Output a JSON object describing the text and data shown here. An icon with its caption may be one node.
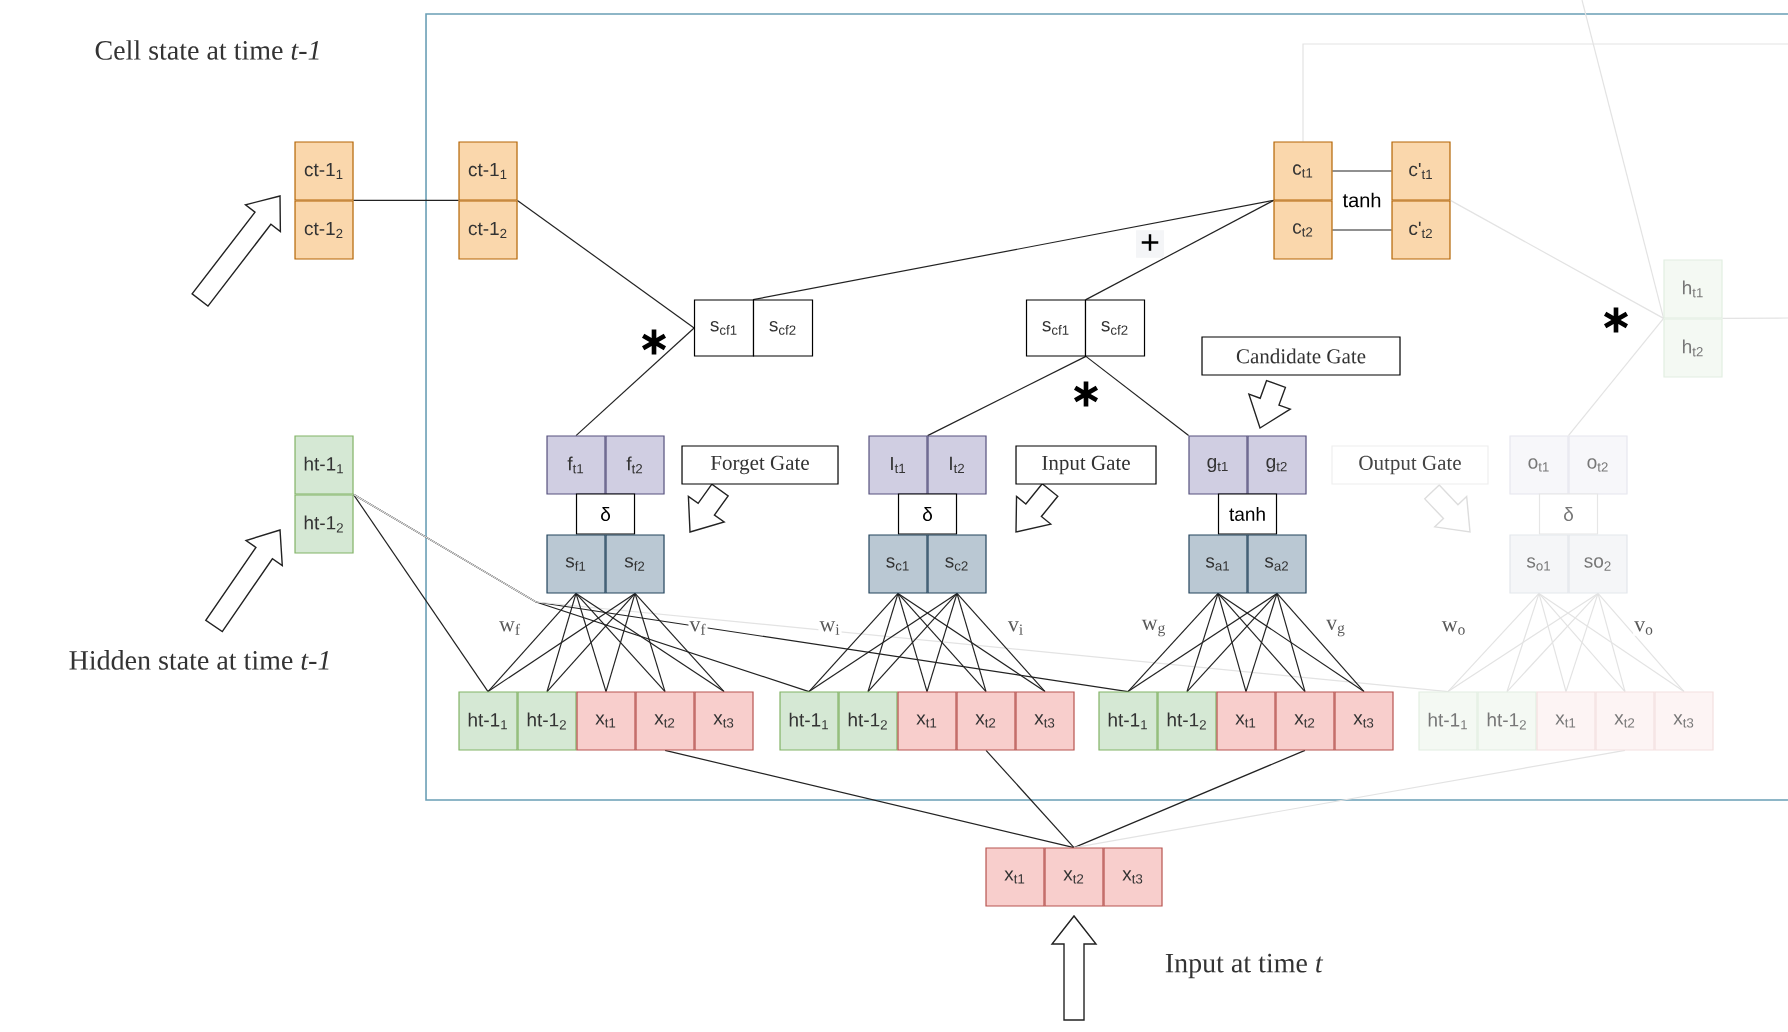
{
  "diagram": {
    "nodes": [
      {
        "text": [
          "Cell state at time *t-1*"
        ]
      },
      {
        "text": [
          "ct-1$_{1}$"
        ]
      },
      {
        "text": [
          "ct-1$_{2}$"
        ]
      },
      {
        "text": [
          "ct-1$_{1}$"
        ]
      },
      {
        "text": [
          "ct-1$_{2}$"
        ]
      },
      {
        "text": [
          "c$_{t1}$"
        ]
      },
      {
        "text": [
          "c$_{t2}$"
        ]
      },
      {
        "text": [
          "c'$_{t1}$"
        ]
      },
      {
        "text": [
          "c'$_{t2}$"
        ]
      },
      {
        "text": [
          "s$_{cf1}$"
        ]
      },
      {
        "text": [
          "s$_{cf2}$"
        ]
      },
      {
        "text": [
          "s$_{cf1}$"
        ]
      },
      {
        "text": [
          "s$_{cf2}$"
        ]
      },
      {
        "text": [
          "h$_{t1}$"
        ]
      },
      {
        "text": [
          "h$_{t2}$"
        ]
      },
      {
        "text": [
          "ht-1$_{1}$"
        ]
      },
      {
        "text": [
          "ht-1$_{2}$"
        ]
      },
      {
        "text": [
          "Hidden state at time *t-1*"
        ]
      },
      {
        "text": [
          "f$_{t1}$"
        ]
      },
      {
        "text": [
          "f$_{t2}$"
        ]
      },
      {
        "text": [
          "δ"
        ]
      },
      {
        "text": [
          "s$_{f1}$"
        ]
      },
      {
        "text": [
          "s$_{f2}$"
        ]
      },
      {
        "text": [
          "Forget Gate"
        ]
      },
      {
        "text": [
          "ht-1$_{1}$"
        ]
      },
      {
        "text": [
          "ht-1$_{2}$"
        ]
      },
      {
        "text": [
          "x$_{t1}$"
        ]
      },
      {
        "text": [
          "x$_{t2}$"
        ]
      },
      {
        "text": [
          "x$_{t3}$"
        ]
      },
      {
        "text": [
          "I$_{t1}$"
        ]
      },
      {
        "text": [
          "I$_{t2}$"
        ]
      },
      {
        "text": [
          "δ"
        ]
      },
      {
        "text": [
          "s$_{c1}$"
        ]
      },
      {
        "text": [
          "s$_{c2}$"
        ]
      },
      {
        "text": [
          "Input Gate"
        ]
      },
      {
        "text": [
          "ht-1$_{1}$"
        ]
      },
      {
        "text": [
          "ht-1$_{2}$"
        ]
      },
      {
        "text": [
          "x$_{t1}$"
        ]
      },
      {
        "text": [
          "x$_{t2}$"
        ]
      },
      {
        "text": [
          "x$_{t3}$"
        ]
      },
      {
        "text": [
          "g$_{t1}$"
        ]
      },
      {
        "text": [
          "g$_{t2}$"
        ]
      },
      {
        "text": [
          "tanh"
        ]
      },
      {
        "text": [
          "s$_{a1}$"
        ]
      },
      {
        "text": [
          "s$_{a2}$"
        ]
      },
      {
        "text": [
          "Candidate Gate"
        ]
      },
      {
        "text": [
          "ht-1$_{1}$"
        ]
      },
      {
        "text": [
          "ht-1$_{2}$"
        ]
      },
      {
        "text": [
          "x$_{t1}$"
        ]
      },
      {
        "text": [
          "x$_{t2}$"
        ]
      },
      {
        "text": [
          "x$_{t3}$"
        ]
      },
      {
        "text": [
          "o$_{t1}$"
        ]
      },
      {
        "text": [
          "o$_{t2}$"
        ]
      },
      {
        "text": [
          "δ"
        ]
      },
      {
        "text": [
          "s$_{o1}$"
        ]
      },
      {
        "text": [
          "so$_{2}$"
        ]
      },
      {
        "text": [
          "Output Gate"
        ]
      },
      {
        "text": [
          "ht-1$_{1}$"
        ]
      },
      {
        "text": [
          "ht-1$_{2}$"
        ]
      },
      {
        "text": [
          "x$_{t1}$"
        ]
      },
      {
        "text": [
          "x$_{t2}$"
        ]
      },
      {
        "text": [
          "x$_{t3}$"
        ]
      },
      {
        "text": [
          "x$_{t1}$"
        ]
      },
      {
        "text": [
          "x$_{t2}$"
        ]
      },
      {
        "text": [
          "x$_{t3}$"
        ]
      },
      {
        "text": [
          "Input at time *t*"
        ]
      }
    ],
    "edges": [
      {
        "from": null,
        "to": 1,
        "arrow": "to",
        "style": "thick"
      },
      {
        "from": 17,
        "to": 16,
        "arrow": "to",
        "style": "thick"
      },
      {
        "from": 65,
        "to": 63,
        "arrow": "to",
        "style": "thick"
      },
      {
        "from": 23,
        "to": 22,
        "arrow": "to",
        "style": "thick"
      },
      {
        "from": 34,
        "to": 33,
        "arrow": "to",
        "style": "thick"
      },
      {
        "from": 45,
        "to": 41,
        "arrow": "to",
        "style": "thick"
      },
      {
        "from": 56,
        "to": 54,
        "arrow": "to",
        "style": "thick",
        "color": "#dddddd"
      },
      {
        "from": 1,
        "to": 3,
        "arrow": "none"
      },
      {
        "from": 3,
        "to": 9,
        "arrow": "none"
      },
      {
        "from": 18,
        "to": 9,
        "arrow": "none"
      },
      {
        "from": 10,
        "to": 5,
        "arrow": "none"
      },
      {
        "from": 30,
        "to": 11,
        "arrow": "none"
      },
      {
        "from": 40,
        "to": 11,
        "arrow": "none"
      },
      {
        "from": 11,
        "to": 5,
        "arrow": "none"
      },
      {
        "from": 5,
        "to": 7,
        "arrow": "none"
      },
      {
        "from": 6,
        "to": 8,
        "arrow": "none"
      },
      {
        "from": 7,
        "to": 13,
        "arrow": "none",
        "color": "#e3e3e3"
      },
      {
        "from": 51,
        "to": 13,
        "arrow": "none",
        "color": "#e3e3e3"
      },
      {
        "from": 5,
        "to": null,
        "arrow": "none",
        "color": "#e3e3e3"
      },
      {
        "from": null,
        "to": 13,
        "arrow": "none",
        "color": "#e3e3e3"
      },
      {
        "from": 13,
        "to": null,
        "arrow": "none",
        "color": "#e3e3e3"
      },
      {
        "from": 15,
        "to": 24,
        "arrow": "none"
      },
      {
        "from": 15,
        "to": 35,
        "arrow": "none"
      },
      {
        "from": 15,
        "to": 46,
        "arrow": "none"
      },
      {
        "from": 15,
        "to": 57,
        "arrow": "none",
        "color": "#e3e3e3"
      },
      {
        "from": 63,
        "to": 27,
        "arrow": "none"
      },
      {
        "from": 63,
        "to": 38,
        "arrow": "none"
      },
      {
        "from": 63,
        "to": 49,
        "arrow": "none"
      },
      {
        "from": 63,
        "to": 60,
        "arrow": "none",
        "color": "#e3e3e3"
      },
      {
        "from": 21,
        "to": 24,
        "arrow": "none"
      },
      {
        "from": 21,
        "to": 25,
        "arrow": "none"
      },
      {
        "from": 21,
        "to": 26,
        "arrow": "none"
      },
      {
        "from": 21,
        "to": 27,
        "arrow": "none"
      },
      {
        "from": 21,
        "to": 28,
        "arrow": "none"
      },
      {
        "from": 22,
        "to": 24,
        "arrow": "none"
      },
      {
        "from": 22,
        "to": 25,
        "arrow": "none"
      },
      {
        "from": 22,
        "to": 26,
        "arrow": "none"
      },
      {
        "from": 22,
        "to": 27,
        "arrow": "none"
      },
      {
        "from": 22,
        "to": 28,
        "arrow": "none"
      },
      {
        "from": 32,
        "to": 35,
        "arrow": "none"
      },
      {
        "from": 32,
        "to": 36,
        "arrow": "none"
      },
      {
        "from": 32,
        "to": 37,
        "arrow": "none"
      },
      {
        "from": 32,
        "to": 38,
        "arrow": "none"
      },
      {
        "from": 32,
        "to": 39,
        "arrow": "none"
      },
      {
        "from": 33,
        "to": 35,
        "arrow": "none"
      },
      {
        "from": 33,
        "to": 36,
        "arrow": "none"
      },
      {
        "from": 33,
        "to": 37,
        "arrow": "none"
      },
      {
        "from": 33,
        "to": 38,
        "arrow": "none"
      },
      {
        "from": 33,
        "to": 39,
        "arrow": "none"
      },
      {
        "from": 43,
        "to": 46,
        "arrow": "none"
      },
      {
        "from": 43,
        "to": 47,
        "arrow": "none"
      },
      {
        "from": 43,
        "to": 48,
        "arrow": "none"
      },
      {
        "from": 43,
        "to": 49,
        "arrow": "none"
      },
      {
        "from": 43,
        "to": 50,
        "arrow": "none"
      },
      {
        "from": 44,
        "to": 46,
        "arrow": "none"
      },
      {
        "from": 44,
        "to": 47,
        "arrow": "none"
      },
      {
        "from": 44,
        "to": 48,
        "arrow": "none"
      },
      {
        "from": 44,
        "to": 49,
        "arrow": "none"
      },
      {
        "from": 44,
        "to": 50,
        "arrow": "none"
      },
      {
        "from": 54,
        "to": 57,
        "arrow": "none",
        "color": "#e3e3e3"
      },
      {
        "from": 54,
        "to": 58,
        "arrow": "none",
        "color": "#e3e3e3"
      },
      {
        "from": 54,
        "to": 59,
        "arrow": "none",
        "color": "#e3e3e3"
      },
      {
        "from": 54,
        "to": 60,
        "arrow": "none",
        "color": "#e3e3e3"
      },
      {
        "from": 54,
        "to": 61,
        "arrow": "none",
        "color": "#e3e3e3"
      },
      {
        "from": 55,
        "to": 57,
        "arrow": "none",
        "color": "#e3e3e3"
      },
      {
        "from": 55,
        "to": 58,
        "arrow": "none",
        "color": "#e3e3e3"
      },
      {
        "from": 55,
        "to": 59,
        "arrow": "none",
        "color": "#e3e3e3"
      },
      {
        "from": 55,
        "to": 60,
        "arrow": "none",
        "color": "#e3e3e3"
      },
      {
        "from": 55,
        "to": 61,
        "arrow": "none",
        "color": "#e3e3e3"
      }
    ],
    "labels": [
      "tanh",
      "+",
      "∗",
      "∗",
      "∗",
      "w$_{f}$",
      "v$_{f}$",
      "w$_{i}$",
      "v$_{i}$",
      "w$_{g}$",
      "v$_{g}$",
      "w$_{o}$",
      "v$_{o}$"
    ]
  }
}
